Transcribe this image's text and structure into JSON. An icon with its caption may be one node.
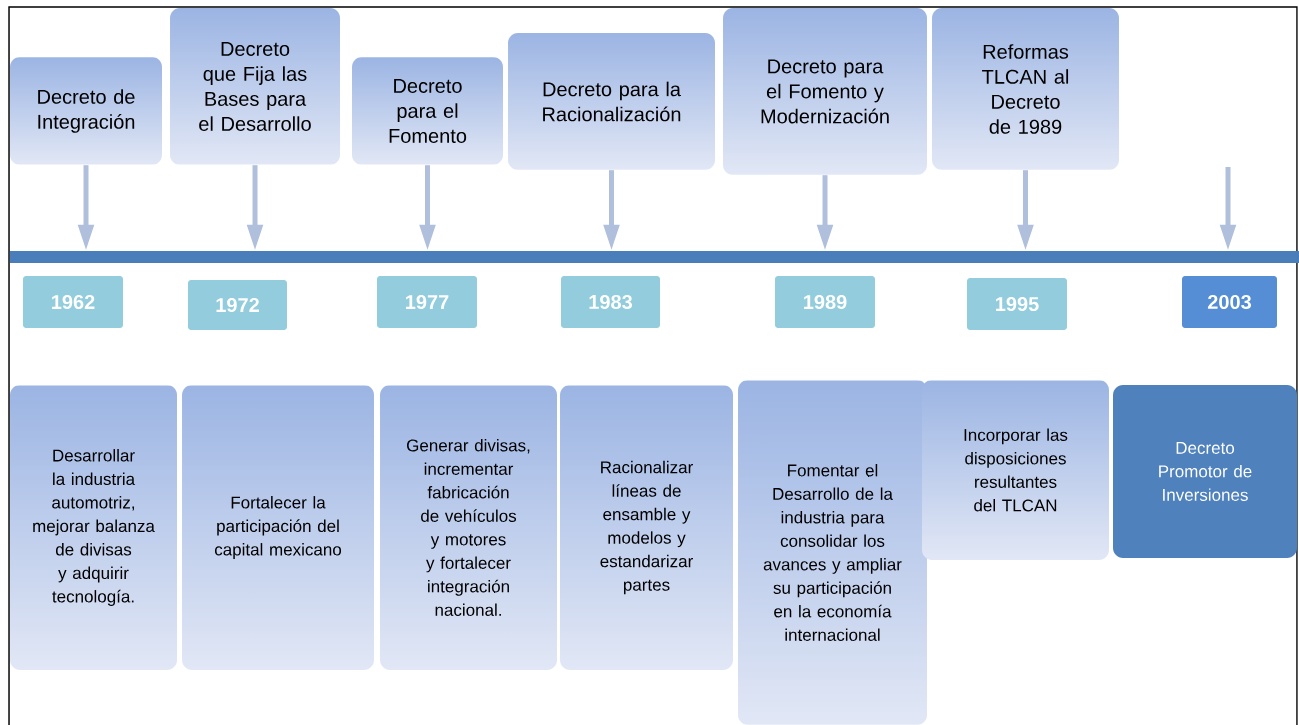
{
  "diagram": {
    "nodes": [
      {
        "text": [
          "Decreto de Integración"
        ]
      },
      {
        "text": [
          "Decreto que Fija las Bases para el Desarrollo"
        ]
      },
      {
        "text": [
          "Decreto para el Fomento"
        ]
      },
      {
        "text": [
          "Decreto para la Racionalización"
        ]
      },
      {
        "text": [
          "Decreto para el Fomento y Modernización"
        ]
      },
      {
        "text": [
          "Reformas TLCAN al Decreto de 1989"
        ]
      },
      {
        "text": [],
        "shape": "bar"
      },
      {
        "text": [
          "1962"
        ]
      },
      {
        "text": [
          "1972"
        ]
      },
      {
        "text": [
          "1977"
        ]
      },
      {
        "text": [
          "1983"
        ]
      },
      {
        "text": [
          "1989"
        ]
      },
      {
        "text": [
          "1995"
        ]
      },
      {
        "text": [
          "2003"
        ]
      },
      {
        "text": [
          "Desarrollar la industria automotriz, mejorar balanza de divisas y adquirir tecnología."
        ]
      },
      {
        "text": [
          "Fortalecer la participación del capital mexicano"
        ]
      },
      {
        "text": [
          "Generar divisas, incrementar fabricación de vehículos y motores y fortalecer integración nacional."
        ]
      },
      {
        "text": [
          "Racionalizar líneas de ensamble y modelos y estandarizar partes"
        ]
      },
      {
        "text": [
          "Fomentar el Desarrollo de la industria para consolidar los avances y ampliar su participación en la economía internacional"
        ]
      },
      {
        "text": [
          "Incorporar las disposiciones resultantes del TLCAN"
        ]
      },
      {
        "text": [
          "Decreto Promotor de Inversiones"
        ]
      }
    ],
    "edges": [
      {
        "from": 0,
        "to": 6,
        "arrow": "to"
      },
      {
        "from": 1,
        "to": 6,
        "arrow": "to"
      },
      {
        "from": 2,
        "to": 6,
        "arrow": "to"
      },
      {
        "from": 3,
        "to": 6,
        "arrow": "to"
      },
      {
        "from": 4,
        "to": 6,
        "arrow": "to"
      },
      {
        "from": 5,
        "to": 6,
        "arrow": "to"
      },
      {
        "from": null,
        "to": 6,
        "arrow": "to"
      }
    ]
  }
}
